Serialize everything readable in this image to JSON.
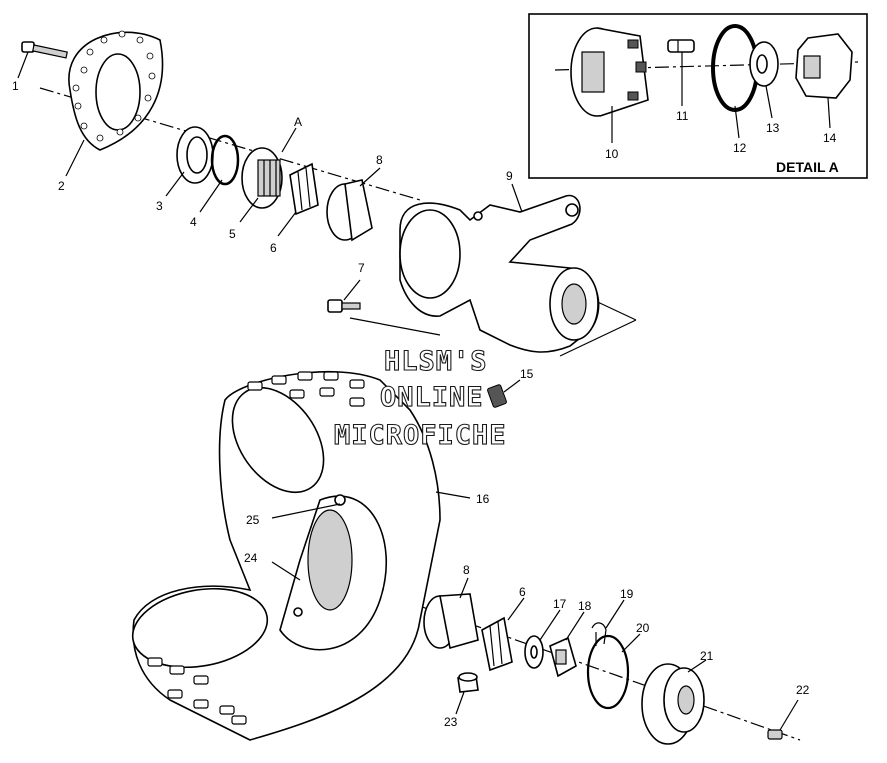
{
  "watermark": {
    "line1": "HLSM'S",
    "line2": "ONLINE",
    "line3": "MICROFICHE"
  },
  "detail": {
    "title": "DETAIL A"
  },
  "callouts": [
    {
      "id": "c1",
      "text": "1"
    },
    {
      "id": "c2",
      "text": "2"
    },
    {
      "id": "c3",
      "text": "3"
    },
    {
      "id": "c4",
      "text": "4"
    },
    {
      "id": "c5",
      "text": "5"
    },
    {
      "id": "c6",
      "text": "6"
    },
    {
      "id": "cA",
      "text": "A"
    },
    {
      "id": "c7",
      "text": "7"
    },
    {
      "id": "c8",
      "text": "8"
    },
    {
      "id": "c9",
      "text": "9"
    },
    {
      "id": "c10",
      "text": "10"
    },
    {
      "id": "c11",
      "text": "11"
    },
    {
      "id": "c12",
      "text": "12"
    },
    {
      "id": "c13",
      "text": "13"
    },
    {
      "id": "c14",
      "text": "14"
    },
    {
      "id": "c15",
      "text": "15"
    },
    {
      "id": "c16",
      "text": "16"
    },
    {
      "id": "c25",
      "text": "25"
    },
    {
      "id": "c24",
      "text": "24"
    },
    {
      "id": "c8b",
      "text": "8"
    },
    {
      "id": "c6b",
      "text": "6"
    },
    {
      "id": "c17",
      "text": "17"
    },
    {
      "id": "c18",
      "text": "18"
    },
    {
      "id": "c19",
      "text": "19"
    },
    {
      "id": "c20",
      "text": "20"
    },
    {
      "id": "c21",
      "text": "21"
    },
    {
      "id": "c22",
      "text": "22"
    },
    {
      "id": "c23",
      "text": "23"
    }
  ]
}
